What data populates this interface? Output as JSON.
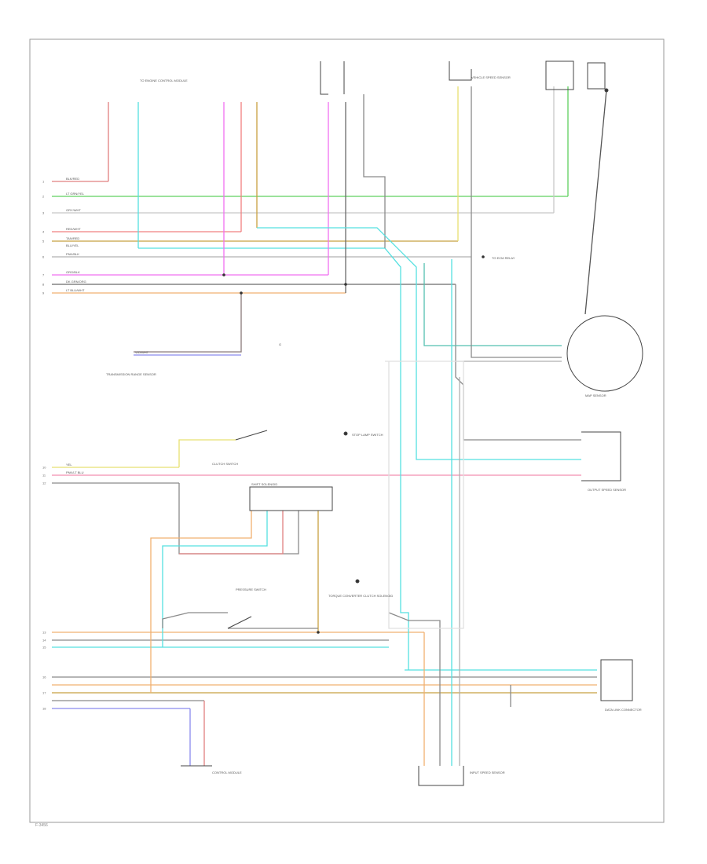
{
  "wires": [
    {
      "id": "w-blkred",
      "color": "#e08080",
      "label": "BLK/RED"
    },
    {
      "id": "w-ltgrnyel",
      "color": "#5fd05f",
      "label": "LT GRN/YEL"
    },
    {
      "id": "w-grywht",
      "color": "#c8c8c8",
      "label": "GRY/WHT"
    },
    {
      "id": "w-redwht",
      "color": "#f08080",
      "label": "RED/WHT"
    },
    {
      "id": "w-tanred",
      "color": "#c8a040",
      "label": "TAN/RED"
    },
    {
      "id": "w-bluyel",
      "color": "#b0b0b0",
      "label": "BLU/YEL"
    },
    {
      "id": "w-pnkblk",
      "color": "#f070f0",
      "label": "PNK/BLK"
    },
    {
      "id": "w-orgblk",
      "color": "#f0b070",
      "label": "ORG/BLK"
    },
    {
      "id": "w-dkgrnorg",
      "color": "#6a6a6a",
      "label": "DK GRN/ORG"
    },
    {
      "id": "w-ltbluwht",
      "color": "#55e0e0",
      "label": "LT BLU/WHT"
    },
    {
      "id": "w-violet",
      "color": "#8a8aee",
      "label": "VIO/WHT"
    },
    {
      "id": "w-yel",
      "color": "#e8e070",
      "label": "YEL"
    },
    {
      "id": "w-pnk",
      "color": "#f28fb0",
      "label": "PNK/LT BLU"
    }
  ],
  "components": {
    "harness_top_left": "TO ENGINE CONTROL MODULE",
    "ground": "G",
    "ecm_relay": "TO ECM RELAY",
    "speed_sensor": "VEHICLE SPEED SENSOR",
    "transmission": "TRANSMISSION RANGE SENSOR",
    "clutch_switch": "CLUTCH SWITCH",
    "shift_solenoid": "SHIFT SOLENOID",
    "torque_converter": "TORQUE CONVERTER CLUTCH SOLENOID",
    "brake_switch": "STOP LAMP SWITCH",
    "pressure_switch": "PRESSURE SWITCH",
    "data_link": "DATA LINK CONNECTOR",
    "output_sensor": "OUTPUT SPEED SENSOR",
    "input_sensor": "INPUT SPEED SENSOR",
    "map_sensor": "MAP SENSOR",
    "control_module": "CONTROL MODULE"
  },
  "pin_labels": [
    "1",
    "2",
    "3",
    "4",
    "5",
    "6",
    "7",
    "8",
    "9",
    "10",
    "11",
    "12",
    "13",
    "14",
    "15",
    "16",
    "17",
    "18"
  ],
  "footer": "F-3456"
}
